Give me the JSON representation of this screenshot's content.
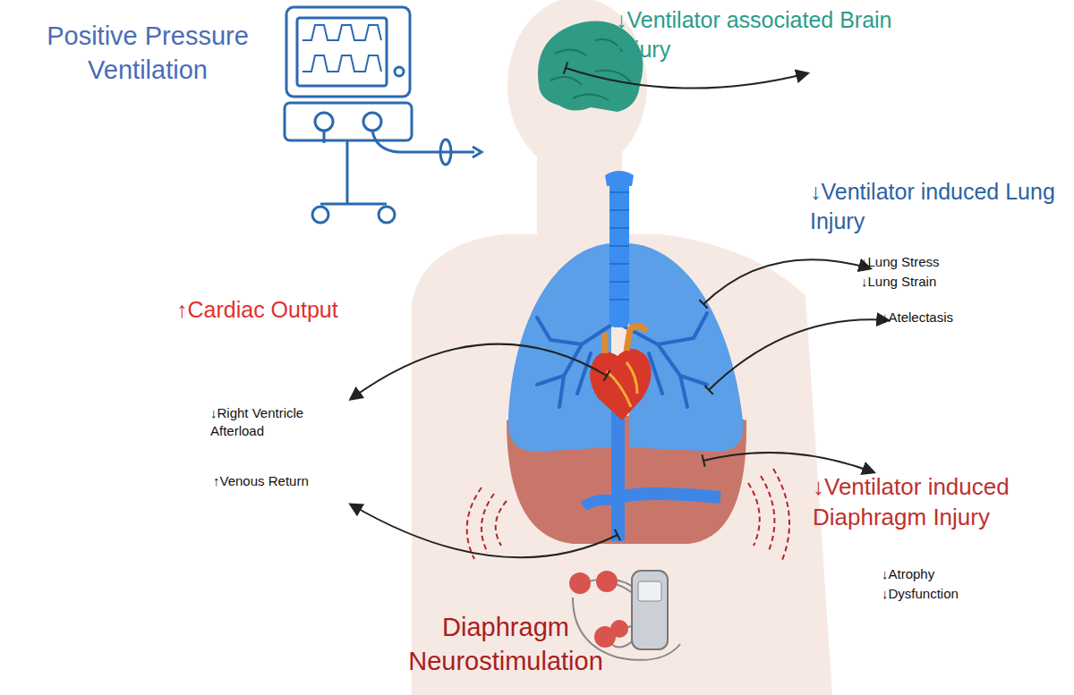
{
  "diagram": {
    "labels": [
      "Positive Pressure Ventilation",
      "↓Ventilator associated Brain Injury",
      "↓Ventilator induced Lung Injury",
      "↓Lung Stress",
      "↓Lung Strain",
      "↓Atelectasis",
      "↑Cardiac Output",
      "↓Right Ventricle Afterload",
      "↑Venous Return",
      "↓Ventilator induced Diaphragm Injury",
      "↓Atrophy",
      "↓Dysfunction",
      "Diaphragm Neurostimulation"
    ]
  }
}
